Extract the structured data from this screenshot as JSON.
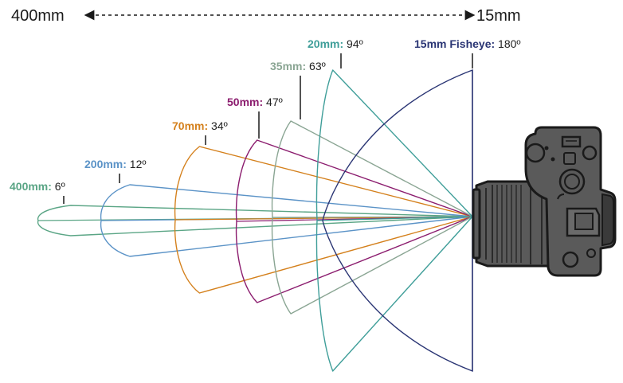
{
  "scale": {
    "left_label": "400mm",
    "right_label": "15mm"
  },
  "lenses": [
    {
      "focal": "400mm:",
      "angle": " 6º",
      "deg": 6,
      "color": "#5aa585"
    },
    {
      "focal": "200mm:",
      "angle": " 12º",
      "deg": 12,
      "color": "#5b93c7"
    },
    {
      "focal": "70mm:",
      "angle": " 34º",
      "deg": 34,
      "color": "#d4801c"
    },
    {
      "focal": "50mm:",
      "angle": " 47º",
      "deg": 47,
      "color": "#8b1c6e"
    },
    {
      "focal": "35mm:",
      "angle": " 63º",
      "deg": 63,
      "color": "#8aa593"
    },
    {
      "focal": "20mm:",
      "angle": " 94º",
      "deg": 94,
      "color": "#3f9e99"
    },
    {
      "focal": "15mm Fisheye:",
      "angle": " 180º",
      "deg": 180,
      "color": "#2a3574"
    }
  ],
  "camera": {
    "icon": "mirrorless-camera-icon",
    "body_color": "#5a5a5a",
    "outline_color": "#1a1a1a"
  }
}
